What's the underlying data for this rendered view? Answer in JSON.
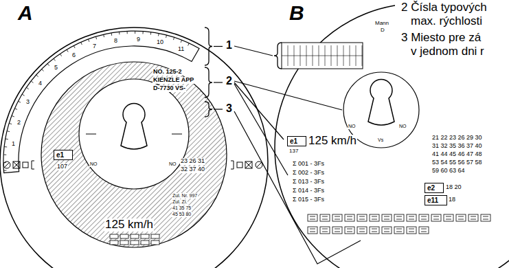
{
  "diagram": {
    "nodes": [
      {
        "text": [
          "e1"
        ]
      },
      {
        "text": [
          "e1"
        ]
      },
      {
        "text": [
          "e2"
        ]
      },
      {
        "text": [
          "e11"
        ]
      }
    ],
    "labels": [
      "A",
      "B",
      "2 Čísla typových",
      "max. rýchlosti",
      "3 Miesto pre zá",
      "v jednom dni r",
      "1",
      "2",
      "3",
      "1",
      "2",
      "3",
      "4",
      "5",
      "6",
      "7",
      "8",
      "9",
      "10",
      "11",
      "NO. 125-2",
      "KIENZLE APP",
      "D-7730 VS-",
      "107",
      "23 26 31",
      "32 37 40",
      "Zul. Nr. 997",
      "Zul. Zi.",
      "41 35 75",
      "45 53 80",
      "125 km/h",
      "NO",
      "NO",
      "Mann",
      "D",
      "137",
      "125 km/h",
      "Σ 001 - 3Fs",
      "Σ 002 - 3Fs",
      "Σ 013 - 3Fs",
      "Σ 014 - 3Fs",
      "Σ 015 - 3Fs",
      "21 22 23 26 29 30",
      "31 32 35 36 37 40",
      "41 44 45 46 47 48",
      "53 54 55 56 57 58",
      "59 60 63 64",
      "18 20",
      "18",
      "NO",
      "NO",
      "Vs"
    ]
  }
}
